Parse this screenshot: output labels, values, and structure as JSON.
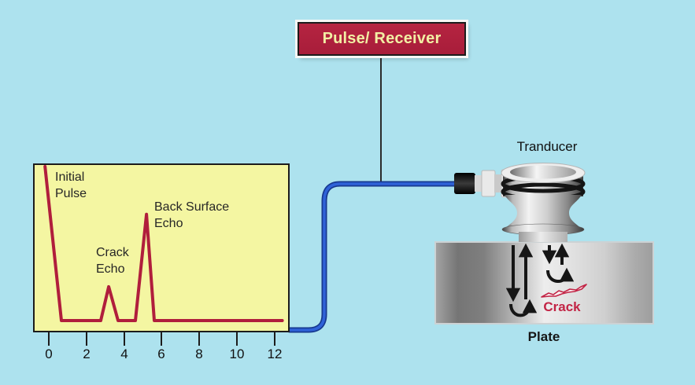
{
  "colors": {
    "background": "#ADE2EE",
    "chart_bg": "#F4F6A2",
    "accent_red": "#B01E3C",
    "cable_blue": "#2655C8",
    "crack_red": "#C22445",
    "text_dark": "#1F1F1F",
    "box_text": "#F2EFA4"
  },
  "pulse_receiver": {
    "label": "Pulse/ Receiver"
  },
  "oscilloscope": {
    "labels": {
      "initial_pulse": "Initial\nPulse",
      "crack_echo": "Crack\nEcho",
      "back_surface_echo": "Back Surface\nEcho"
    },
    "axis_ticks": [
      "0",
      "2",
      "4",
      "6",
      "8",
      "10",
      "12"
    ]
  },
  "transducer": {
    "label": "Tranducer"
  },
  "plate": {
    "label": "Plate",
    "crack_label": "Crack"
  },
  "chart_data": {
    "type": "line",
    "title": "",
    "xlabel": "",
    "ylabel": "",
    "xlim": [
      0,
      12
    ],
    "ylim": [
      0,
      100
    ],
    "x_ticks": [
      0,
      2,
      4,
      6,
      8,
      10,
      12
    ],
    "grid": false,
    "legend": false,
    "series_color": "#B01E3C",
    "x": [
      -0.2,
      0.67,
      2.76,
      3.18,
      3.68,
      4.6,
      5.19,
      5.6,
      12.4
    ],
    "y": [
      100,
      0,
      0,
      22,
      0,
      0,
      69,
      0,
      0
    ],
    "annotations": [
      "Initial Pulse",
      "Crack Echo",
      "Back Surface Echo"
    ]
  }
}
